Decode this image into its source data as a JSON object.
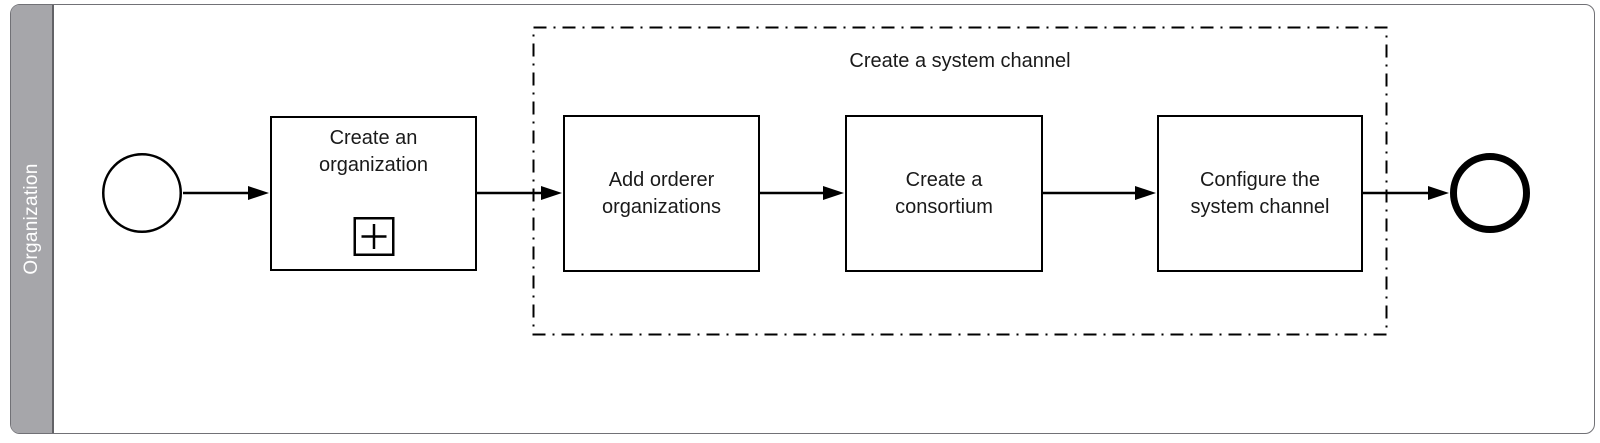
{
  "pool": {
    "lane_label": "Organization"
  },
  "group": {
    "title": "Create a system channel"
  },
  "tasks": [
    {
      "id": "create-organization",
      "label": "Create an\norganization",
      "marker": "subprocess-plus-icon"
    },
    {
      "id": "add-orderer-organizations",
      "label": "Add orderer\norganizations"
    },
    {
      "id": "create-consortium",
      "label": "Create a\nconsortium"
    },
    {
      "id": "configure-system-channel",
      "label": "Configure the\nsystem channel"
    }
  ],
  "events": {
    "start": "start-event",
    "end": "end-event"
  },
  "colors": {
    "shape_stroke": "#000000",
    "text": "#1a1a1a",
    "pool_border": "#717176",
    "lane_fill": "#a6a6aa",
    "lane_text": "#ffffff",
    "task_fill": "#ffffff"
  }
}
